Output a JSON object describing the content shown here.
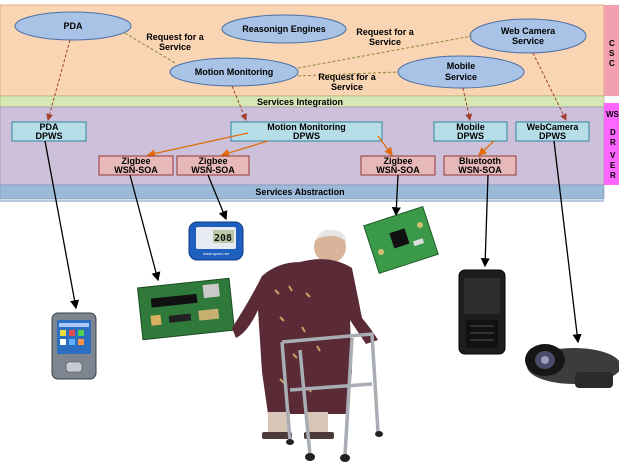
{
  "services": {
    "pda": "PDA",
    "reasoning": "Reasonign Engines",
    "webcam": [
      "Web Camera",
      "Service"
    ],
    "motion": "Motion Monitoring",
    "mobile": [
      "Mobile",
      "Service"
    ]
  },
  "requests": {
    "r1": [
      "Request for a",
      "Service"
    ],
    "r2": [
      "Request for a",
      "Service"
    ],
    "r3": [
      "Request for a",
      "Service"
    ]
  },
  "layers": {
    "integration": "Services Integration",
    "abstraction": "Services Abstraction"
  },
  "side_labels": {
    "top": [
      "C",
      "S",
      "C"
    ],
    "bottom": [
      "WS",
      "D",
      "R",
      "V",
      "E",
      "R"
    ]
  },
  "dpws": {
    "pda": [
      "PDA",
      "DPWS"
    ],
    "motion": [
      "Motion Monitoring",
      "DPWS"
    ],
    "mobile": [
      "Mobile",
      "DPWS"
    ],
    "webcam": [
      "WebCamera",
      "DPWS"
    ]
  },
  "wsn": {
    "zigbee1": [
      "Zigbee",
      "WSN-SOA"
    ],
    "zigbee2": [
      "Zigbee",
      "WSN-SOA"
    ],
    "zigbee3": [
      "Zigbee",
      "WSN-SOA"
    ],
    "bluetooth": [
      "Bluetooth",
      "WSN-SOA"
    ]
  },
  "devices": {
    "pedometer_reading": "208",
    "pedometer_url": "www.spotx.net"
  },
  "colors": {
    "top_layer": "#f9d5b3",
    "integration": "#d6e6b4",
    "middle_layer": "#ccc0da",
    "abstraction": "#9db9d8",
    "ellipse": "#a9c3e6",
    "dpws_box": "#b6dde8",
    "wsn_box": "#e6b9b8",
    "side_top": "#f0a0b0",
    "side_bottom": "#ff66ff",
    "request_arrow": "#c0504d",
    "device_arrow": "#e36c09"
  }
}
